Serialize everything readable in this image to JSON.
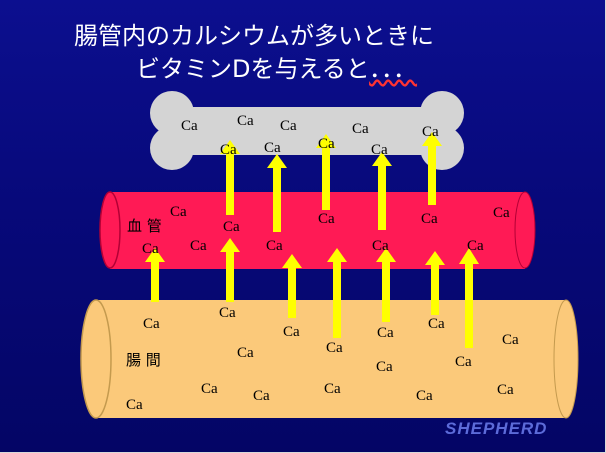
{
  "title": {
    "line1": "腸管内のカルシウムが多いときに",
    "line2_main": "ビタミンDを与えると",
    "line2_dots": "．．．"
  },
  "labels": {
    "ca": "Ca",
    "blood_vessel": "血 管",
    "intestine": "腸 間"
  },
  "brand": "SHEPHERD",
  "colors": {
    "background": "#08098a",
    "bone": "#d4d4d4",
    "blood_vessel": "#ff1a55",
    "intestine": "#fbc97a",
    "arrow": "#ffff00"
  }
}
